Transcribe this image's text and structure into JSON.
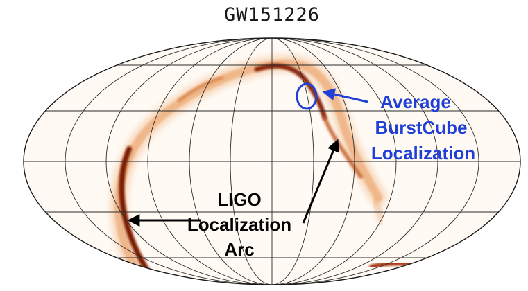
{
  "title": "GW151226",
  "annotations": {
    "ligo": [
      "LIGO",
      "Localization",
      "Arc"
    ],
    "burstcube": [
      "Average",
      "BurstCube",
      "Localization"
    ]
  },
  "colors": {
    "arc": "#a8320f",
    "arc_glow": "#e89a5c",
    "burstcube": "#1f3fd6",
    "grid": "#2a2a2a",
    "sky_fill": "#fffaf4"
  },
  "map": {
    "projection": "mollweide",
    "graticule": "meridians every 30 deg, parallels every 30 deg"
  }
}
